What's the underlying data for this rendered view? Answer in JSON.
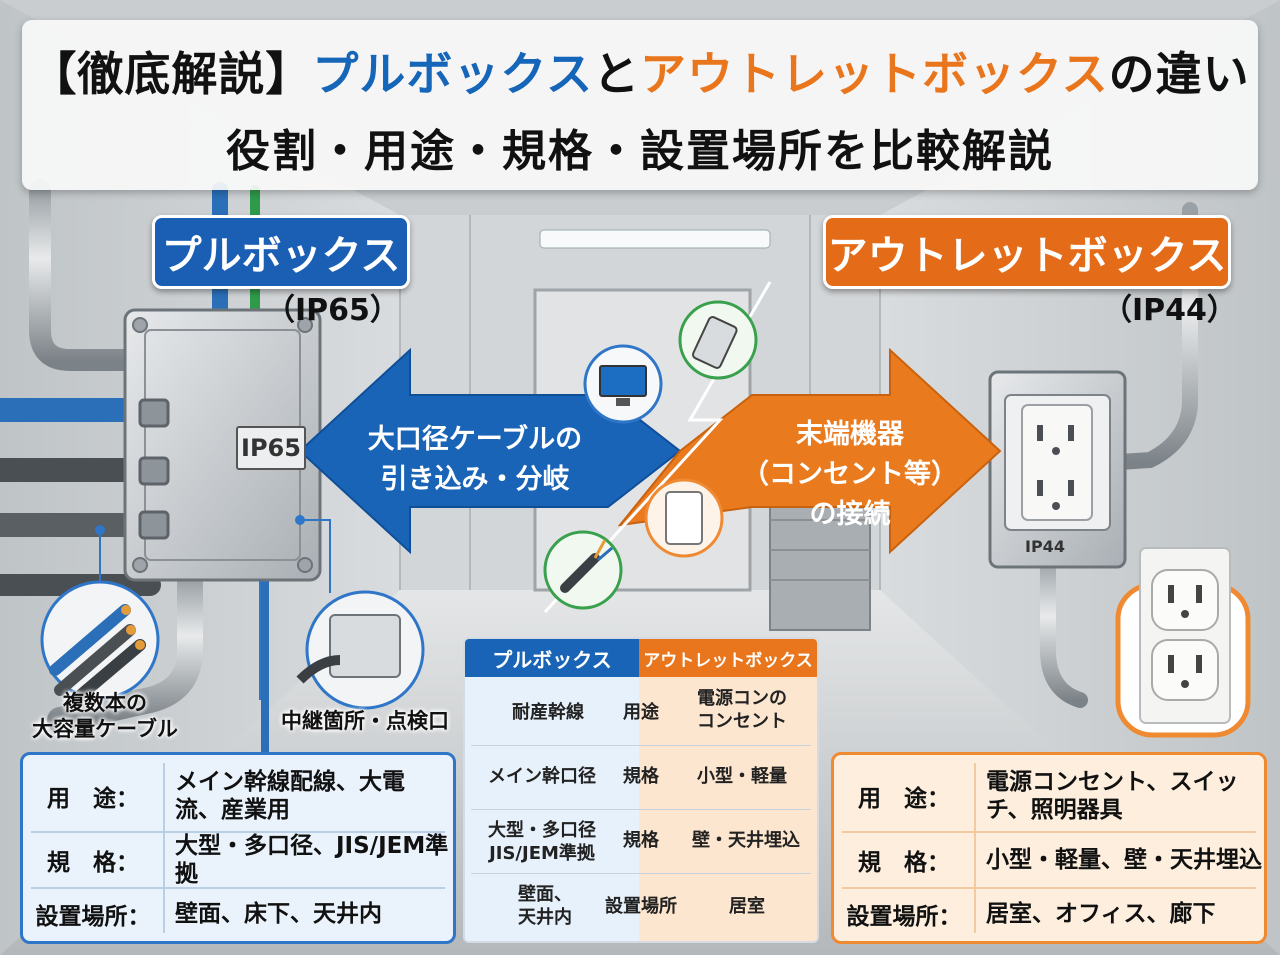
{
  "title": {
    "bracket": "【徹底解説】",
    "pull": "プルボックス",
    "to": "と",
    "outlet": "アウトレットボックス",
    "suffix": "の違い",
    "subtitle": "役割・用途・規格・設置場所を比較解説"
  },
  "pull_box": {
    "label": "プルボックス",
    "ip": "（IP65）",
    "box_label": "IP65",
    "arrow_line1": "大口径ケーブルの",
    "arrow_line2": "引き込み・分岐",
    "callout_cable_line1": "複数本の",
    "callout_cable_line2": "大容量ケーブル",
    "callout_access": "中継箇所・点検口",
    "panel": [
      {
        "key": "用　途：",
        "value": "メイン幹線配線、大電流、産業用"
      },
      {
        "key": "規　格：",
        "value": "大型・多口径、JIS/JEM準拠"
      },
      {
        "key": "設置場所：",
        "value": "壁面、床下、天井内"
      }
    ]
  },
  "outlet_box": {
    "label": "アウトレットボックス",
    "ip": "（IP44）",
    "box_label": "IP44",
    "arrow_line1": "末端機器",
    "arrow_line2": "（コンセント等）",
    "arrow_line3": "の接続",
    "panel": [
      {
        "key": "用　途：",
        "value": "電源コンセント、スイッチ、照明器具"
      },
      {
        "key": "規　格：",
        "value": "小型・軽量、壁・天井埋込"
      },
      {
        "key": "設置場所：",
        "value": "居室、オフィス、廊下"
      }
    ]
  },
  "compare_table": {
    "header_left": "プルボックス",
    "header_right": "アウトレットボックス",
    "rows": [
      {
        "left": "耐産幹線",
        "mid": "用途",
        "right": "電源コンの\nコンセント"
      },
      {
        "left": "メイン幹口径",
        "mid": "規格",
        "right": "小型・軽量"
      },
      {
        "left": "大型・多口径\nJIS/JEM準拠",
        "mid": "規格",
        "right": "壁・天井埋込"
      },
      {
        "left": "壁面、\n天井内",
        "mid": "設置場所",
        "right": "居室"
      }
    ]
  },
  "colors": {
    "blue": "#1a5fb4",
    "orange": "#e46b17"
  },
  "icons": [
    "monitor-icon",
    "power-strip-icon",
    "outlet-icon",
    "cable-icon"
  ]
}
